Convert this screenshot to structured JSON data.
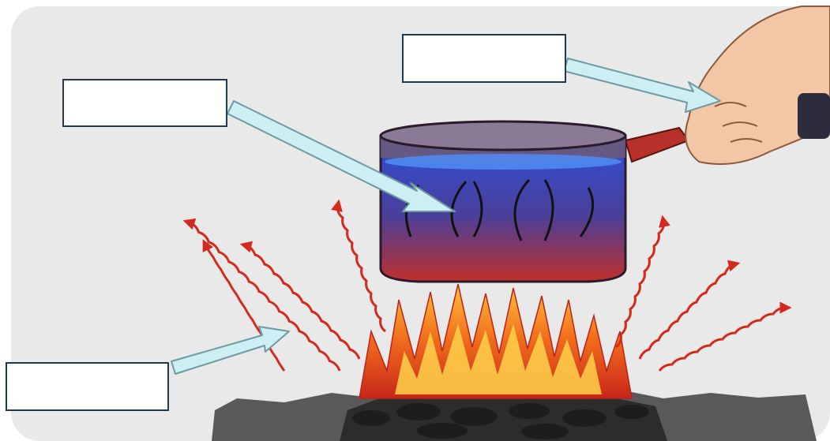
{
  "diagram": {
    "labels": [
      {
        "id": "box-top-right",
        "text": ""
      },
      {
        "id": "box-top-left",
        "text": ""
      },
      {
        "id": "box-bottom-left",
        "text": ""
      }
    ]
  },
  "colors": {
    "panel": "#e9e9ea",
    "arrow_fill": "#cdeef3",
    "arrow_stroke": "#6e9aa3",
    "water_top": "#2f4fd8",
    "water_bottom": "#c0302a",
    "flame_outer": "#e2401a",
    "flame_inner": "#ffb02a",
    "heat_wave": "#d42a1e",
    "coal": "#2c2c2c"
  }
}
